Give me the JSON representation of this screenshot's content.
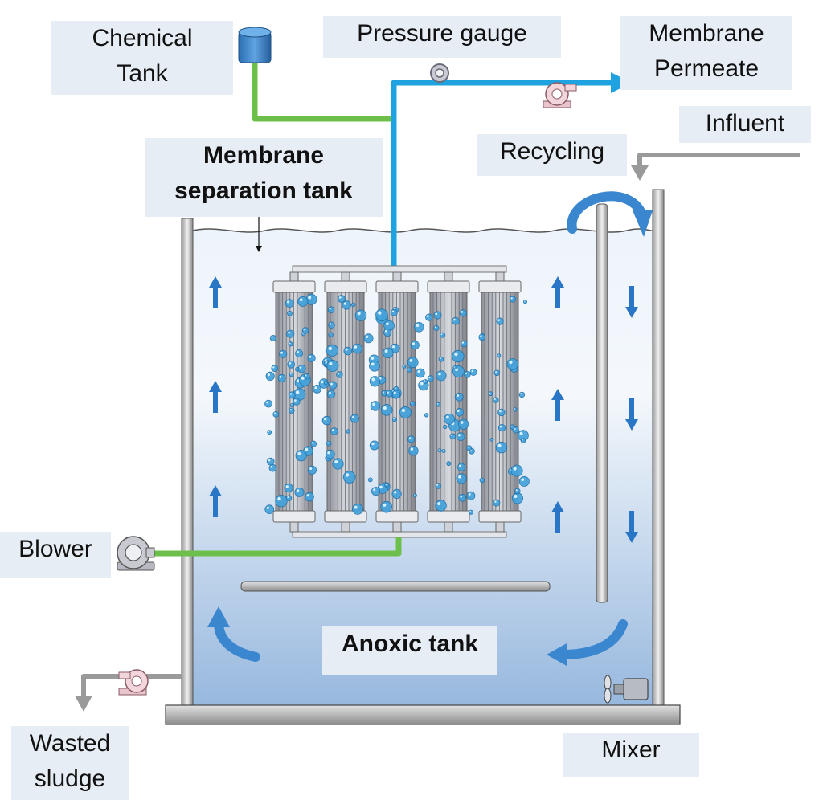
{
  "labels": {
    "chemical_tank": "Chemical\nTank",
    "pressure_gauge": "Pressure gauge",
    "membrane_permeate": "Membrane\nPermeate",
    "influent": "Influent",
    "recycling": "Recycling",
    "membrane_separation_tank": "Membrane\nseparation tank",
    "blower": "Blower",
    "anoxic_tank": "Anoxic tank",
    "wasted_sludge": "Wasted\nsludge",
    "mixer": "Mixer"
  },
  "colors": {
    "permeate_pipe": "#1fa3e0",
    "air_pipe": "#6cbf4a",
    "grey_pipe": "#9a9a9a",
    "water_top": "#e9f1fa",
    "water_bottom": "#9fbde0",
    "flow_arrow": "#2a76c6",
    "bubble": "#3a9ad8"
  }
}
